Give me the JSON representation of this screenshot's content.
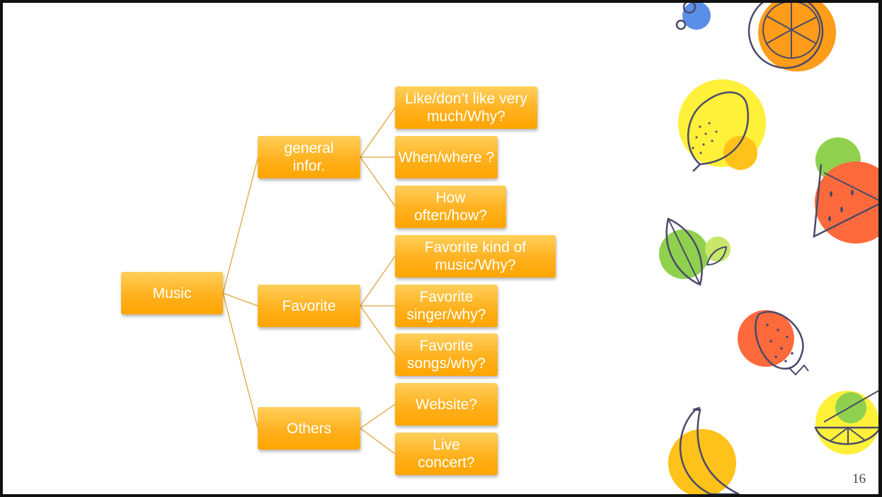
{
  "diagram": {
    "root": {
      "label": "Music"
    },
    "branches": [
      {
        "label": "general infor.",
        "children": [
          "Like/don’t like very much/Why?",
          "When/where ?",
          "How often/how?"
        ]
      },
      {
        "label": "Favorite",
        "children": [
          "Favorite kind of music/Why?",
          "Favorite singer/why?",
          "Favorite songs/why?"
        ]
      },
      {
        "label": "Others",
        "children": [
          "Website?",
          "Live concert?"
        ]
      }
    ]
  },
  "page_number": "16",
  "colors": {
    "node": "#ffb11e",
    "connector": "#e0a43a",
    "text": "#ffffff"
  },
  "decorations": [
    "blueberry-icon",
    "orange-slice-icon",
    "lemon-icon",
    "watermelon-icon",
    "leaf-icon",
    "strawberry-icon",
    "banana-icon",
    "lime-slice-icon"
  ]
}
